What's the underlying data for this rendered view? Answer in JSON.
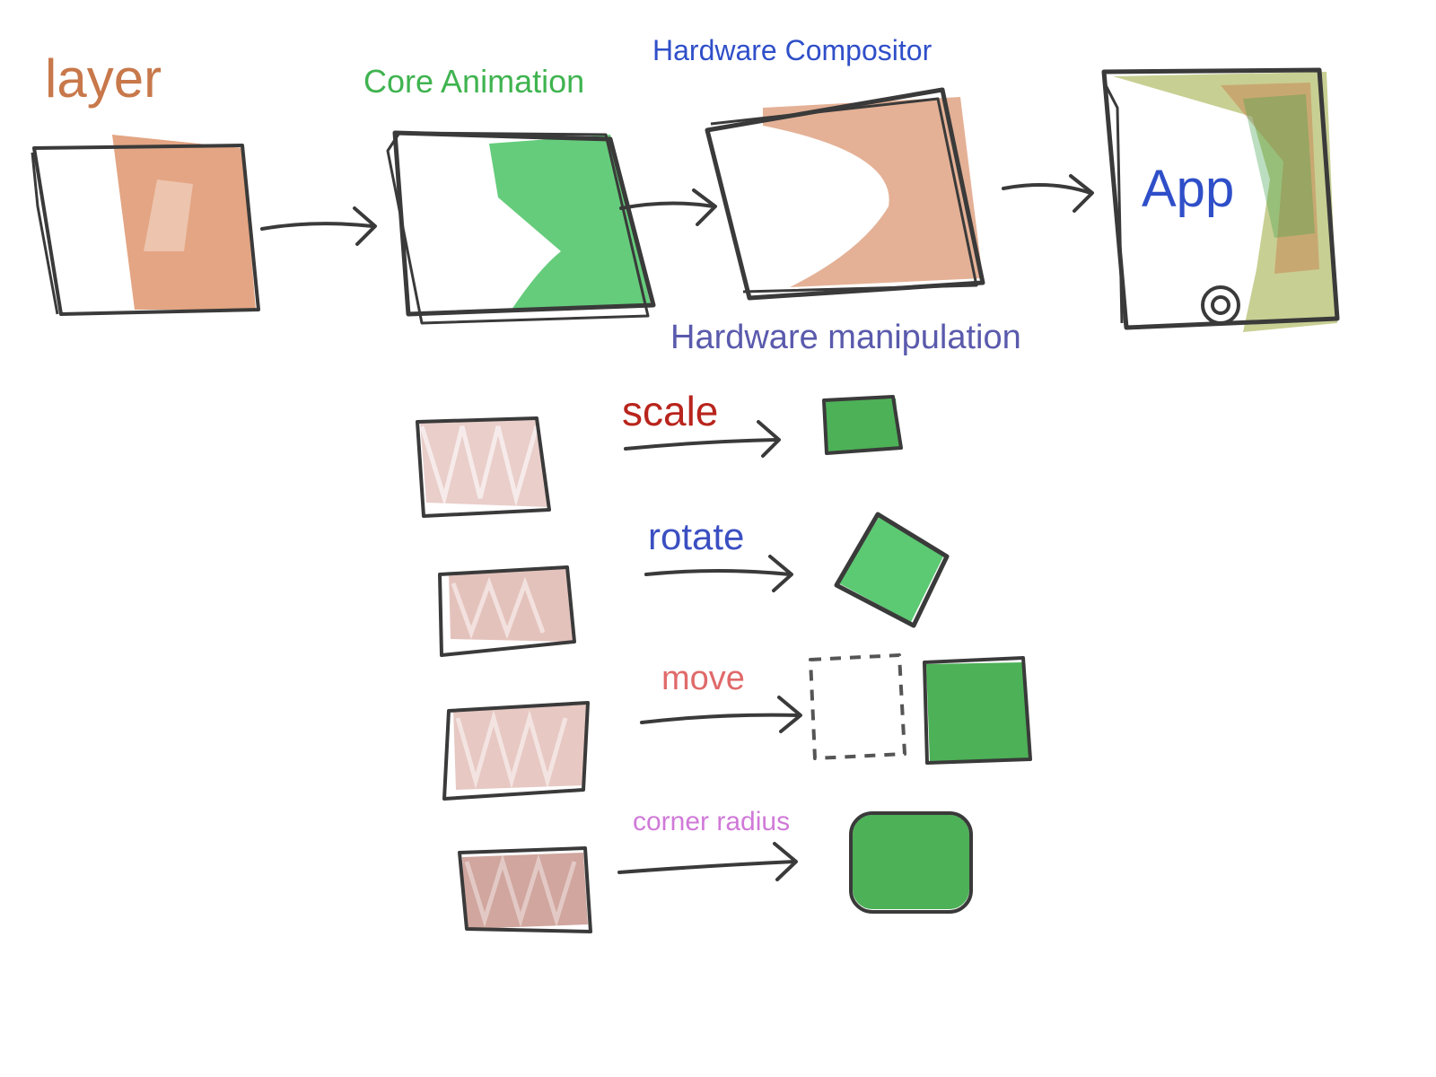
{
  "labels": {
    "layer": "layer",
    "core_animation": "Core Animation",
    "hardware_compositor": "Hardware Compositor",
    "app": "App",
    "hardware_manipulation": "Hardware manipulation",
    "scale": "scale",
    "rotate": "rotate",
    "move": "move",
    "corner_radius": "corner radius"
  },
  "colors": {
    "layer_text": "#c8784a",
    "layer_fill": "#d9875a",
    "core_animation_text": "#3fb34f",
    "green_fill": "#3fbf5a",
    "dark_green_fill": "#2ea33a",
    "compositor_text": "#2f4fc9",
    "compositor_fill": "#d9906a",
    "app_text": "#2f4fc9",
    "app_fill_olive": "#9aa83a",
    "manipulation_text": "#5a5aad",
    "scale_text": "#b8241c",
    "rotate_text": "#3b4fc2",
    "move_text": "#e06a6a",
    "corner_radius_text": "#d07ad8",
    "rose_fill": "#c9857a",
    "stroke": "#3a3a3a"
  }
}
